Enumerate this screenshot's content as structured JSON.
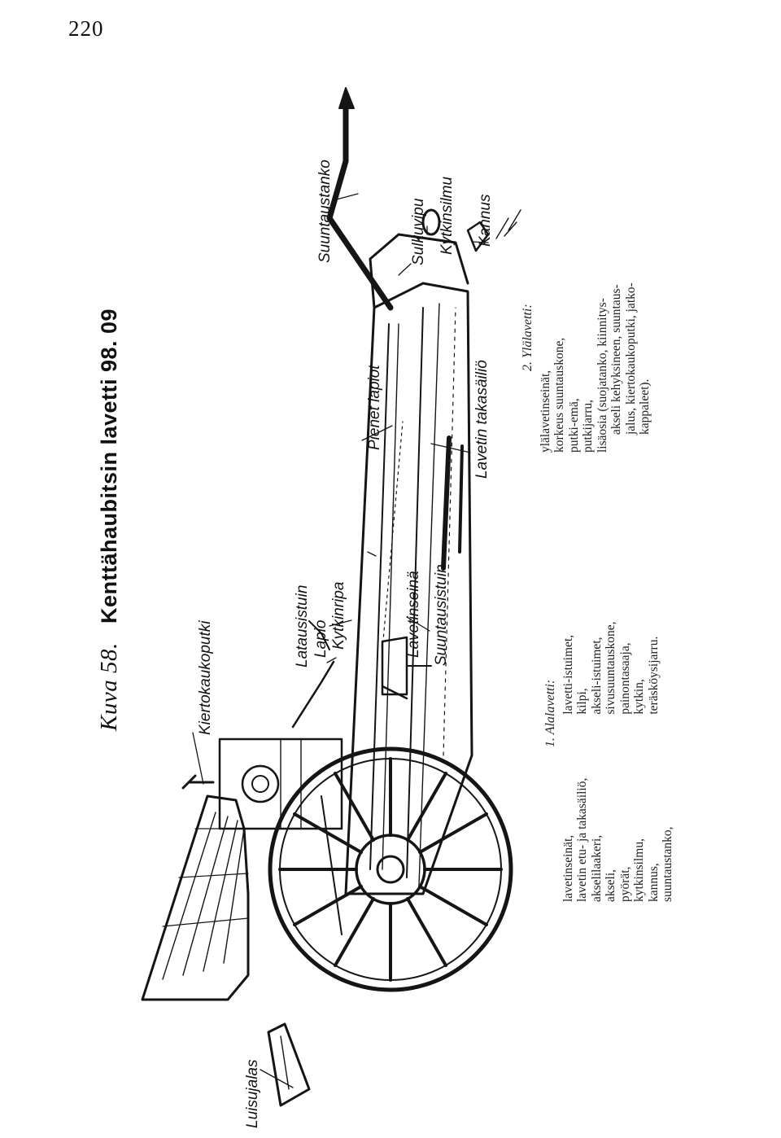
{
  "page_number": "220",
  "caption": {
    "prefix": "Kuva 58.",
    "title": "Kenttähaubitsin lavetti 98. 09"
  },
  "callouts": {
    "luisujalas": "Luisujalas",
    "kiertokaukoputki": "Kiertokaukoputki",
    "latausistuin": "Latausistuin",
    "lapio": "Lapio",
    "kytkinripa": "Kytkinripa",
    "lavetinseina": "Lavetinseinä",
    "suuntausistuin": "Suuntausistuin",
    "pienet_lapiot": "Pienet lapiot",
    "lavetin_takasailio": "Lavetin takasäiliö",
    "suuntaustanko": "Suuntaustanko",
    "sulkuvipu": "Sulkuvipu",
    "kytkinsilmu": "Kytkinsilmu",
    "kannus": "Kannus"
  },
  "lower_carriage": {
    "heading": "1. Alalavetti:",
    "col1": [
      "lavetinseinät,",
      "lavetin etu- ja takasäiliö,",
      "akselilaakeri,",
      "akseli,",
      "pyörät,",
      "kytkinsilmu,",
      "kannus,",
      "suuntaustanko,"
    ],
    "col2": [
      "lavetti-istuimet,",
      "kilpi,",
      "akseli-istuimet,",
      "sivusuuntauskone,",
      "painontasaaja,",
      "kytkin,",
      "teräsköysijarru."
    ]
  },
  "upper_carriage": {
    "heading": "2. Ylälavetti:",
    "items": [
      "ylälavetinseinät,",
      "korkeus suuntauskone,",
      "putki-emä,",
      "putkijarru,",
      "lisäosia (suojatanko, kiinnitys-",
      "akseli kehyksineen, suuntaus-",
      "jalus, kiertokaukoputki, jatko-",
      "kappaleet)."
    ]
  }
}
